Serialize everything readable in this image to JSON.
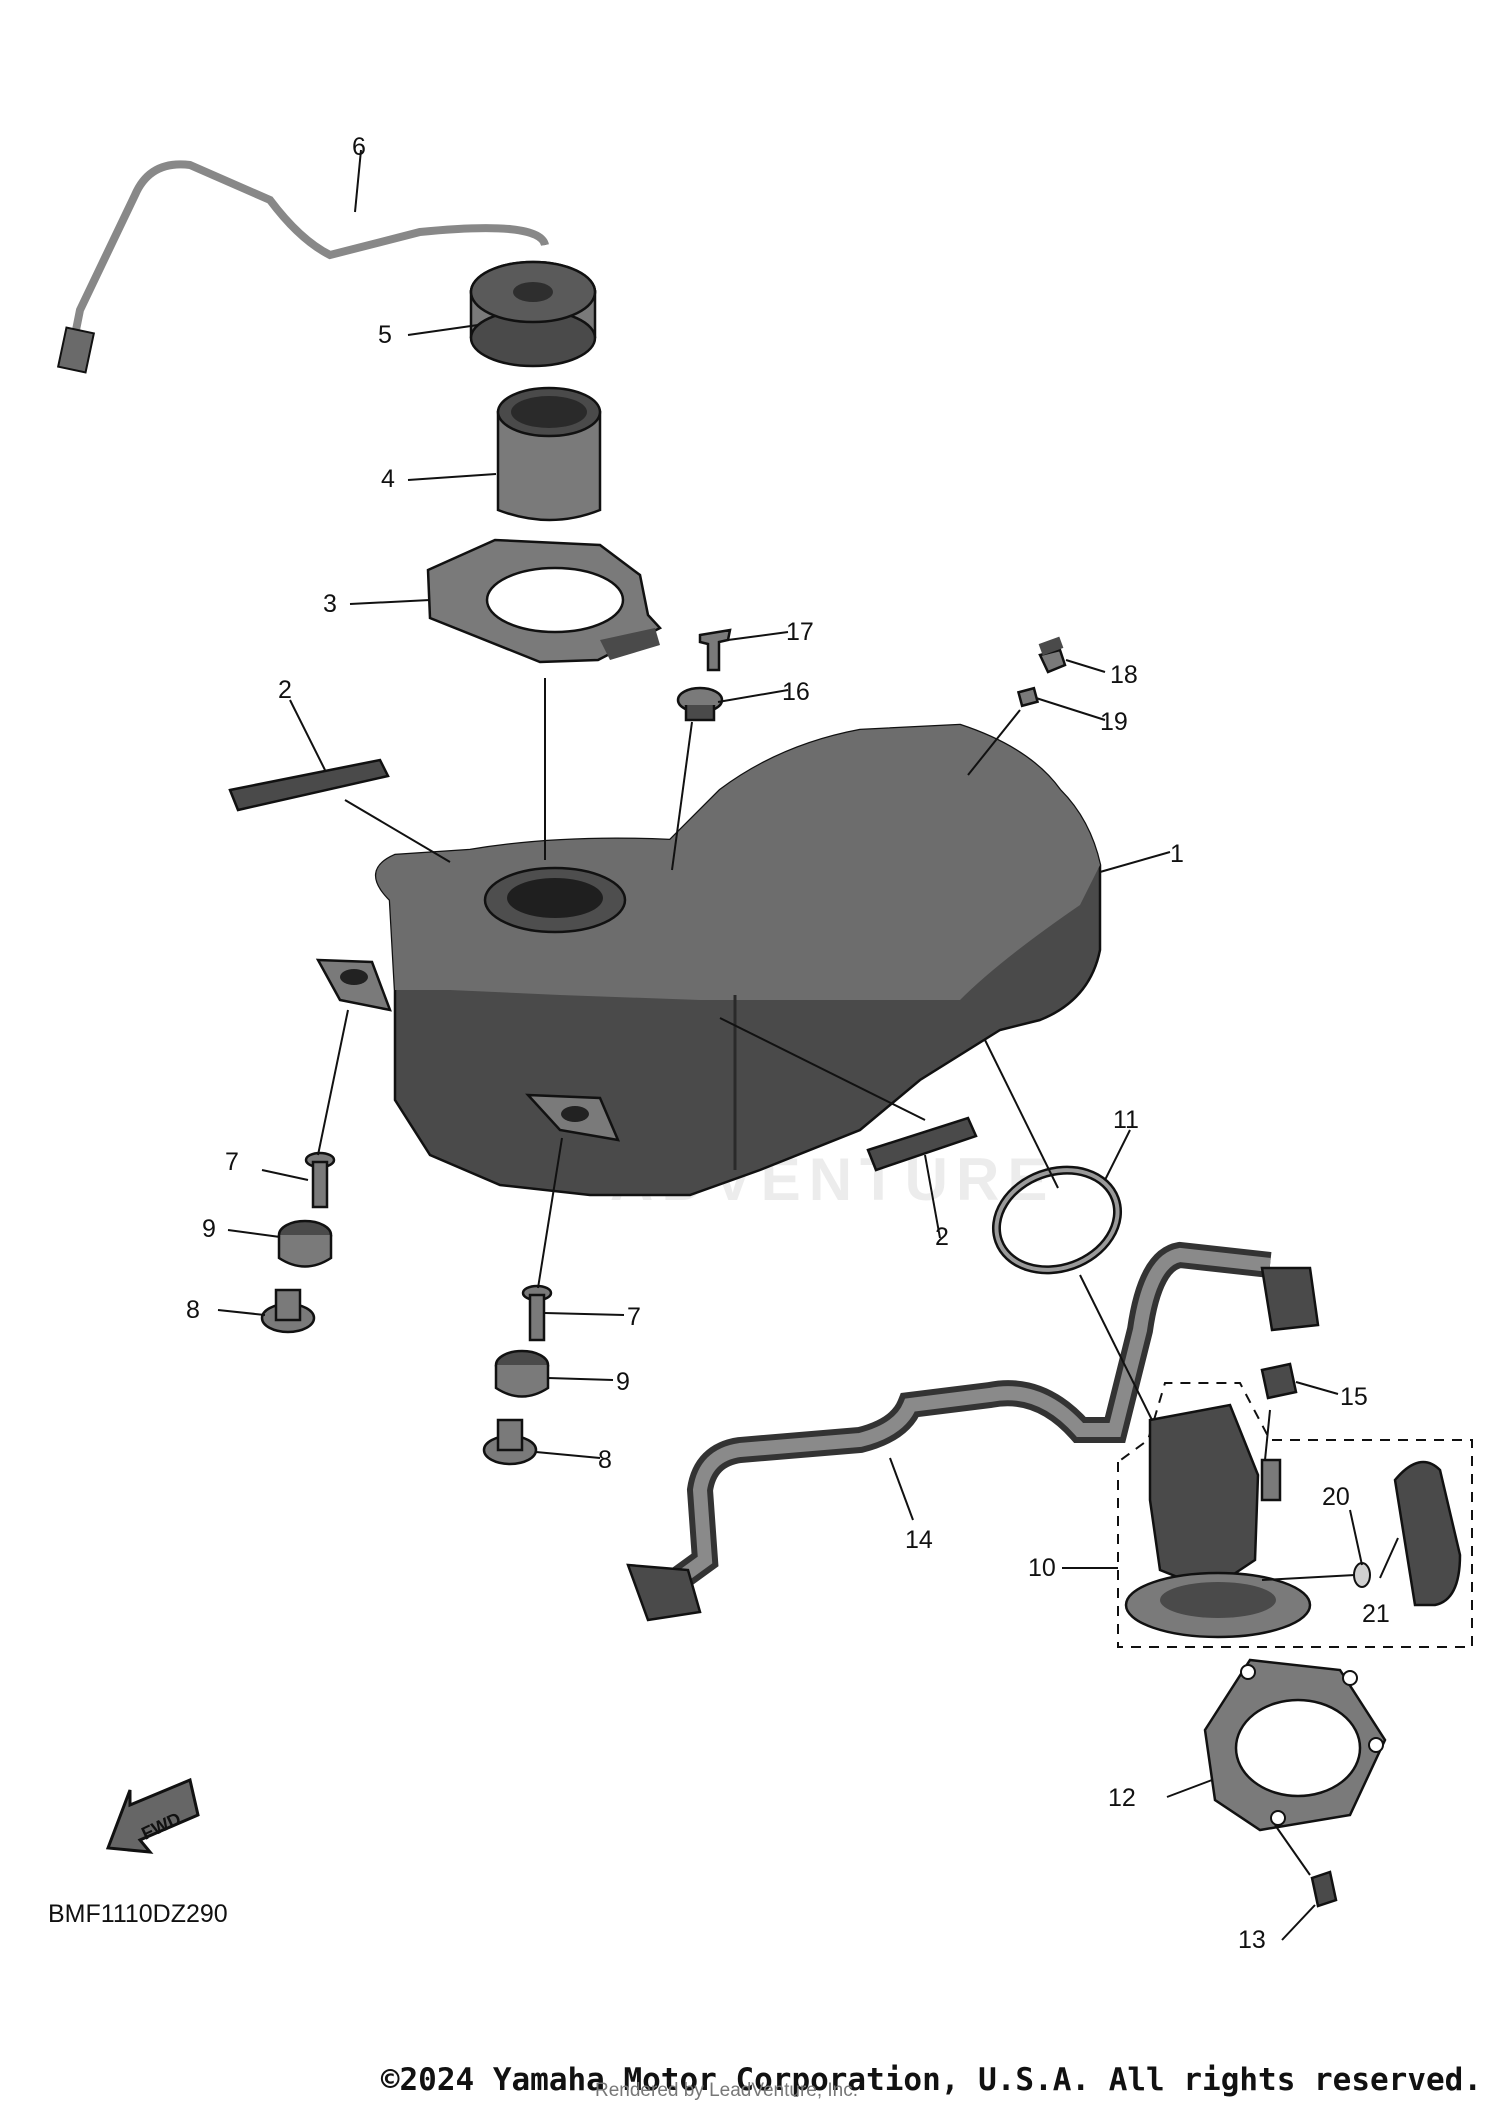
{
  "diagram": {
    "code": "BMF1110DZ290",
    "fwd_label": "FWD",
    "watermark": "ADVENTURE",
    "callouts": [
      "1",
      "2",
      "2",
      "3",
      "4",
      "5",
      "6",
      "7",
      "7",
      "8",
      "8",
      "9",
      "9",
      "10",
      "11",
      "12",
      "13",
      "14",
      "15",
      "16",
      "17",
      "18",
      "19",
      "20",
      "21"
    ]
  },
  "footer": {
    "copyright": "©2024 Yamaha Motor Corporation, U.S.A. All rights reserved.",
    "rendered_by": "Rendered by LeadVenture, Inc."
  },
  "colors": {
    "part_dark": "#4a4a4a",
    "part_mid": "#7a7a7a",
    "part_light": "#a8a8a8",
    "line": "#111111"
  }
}
